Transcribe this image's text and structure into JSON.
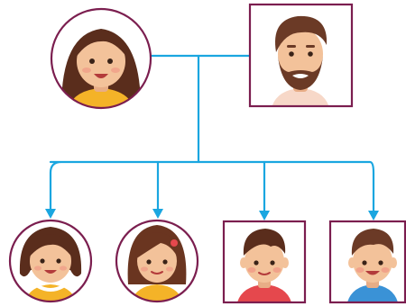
{
  "diagram": {
    "type": "family-tree",
    "colors": {
      "frame": "#7b1e4f",
      "connector": "#1aa6e0",
      "background": "#ffffff",
      "skin": "#f3c29a",
      "hair_dark": "#5a2d1c",
      "beard": "#6b3a26",
      "shirt_yellow": "#f4b328",
      "shirt_red": "#e5484d",
      "shirt_blue": "#3a92d6"
    },
    "parents": [
      {
        "id": "mother",
        "frame": "circle",
        "icon": "woman-avatar-icon"
      },
      {
        "id": "father",
        "frame": "square",
        "icon": "bearded-man-avatar-icon"
      }
    ],
    "children": [
      {
        "id": "child-1",
        "frame": "circle",
        "icon": "girl-avatar-icon"
      },
      {
        "id": "child-2",
        "frame": "circle",
        "icon": "girl-avatar-icon"
      },
      {
        "id": "child-3",
        "frame": "square",
        "icon": "boy-avatar-icon"
      },
      {
        "id": "child-4",
        "frame": "square",
        "icon": "boy-avatar-icon"
      }
    ]
  }
}
